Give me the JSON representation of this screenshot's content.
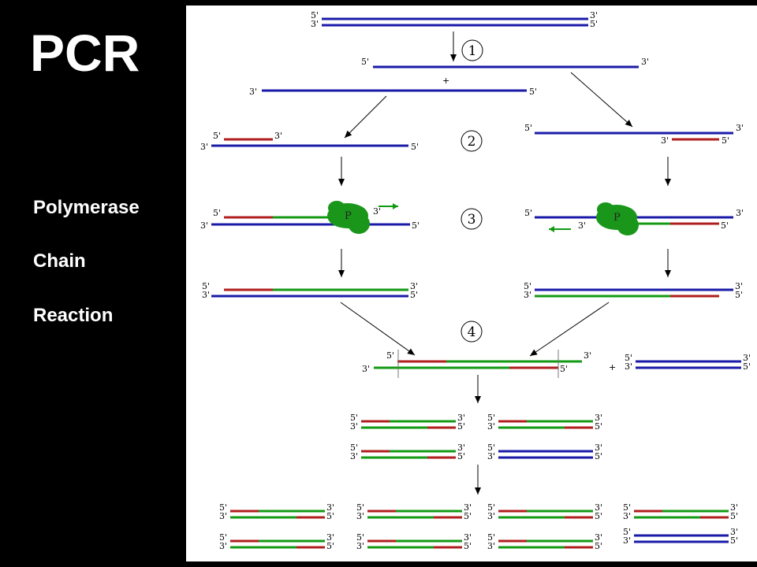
{
  "title": "PCR",
  "subtitle_lines": [
    "Polymerase",
    "Chain",
    "Reaction"
  ],
  "colors": {
    "template_strand": "#1a1aa8",
    "primer": "#b01e1e",
    "new_strand": "#139a13",
    "polymerase": "#1a961a"
  },
  "labels": {
    "five_prime": "5'",
    "three_prime": "3'",
    "plus": "+",
    "polymerase": "P"
  },
  "steps": [
    "1",
    "2",
    "3",
    "4"
  ]
}
